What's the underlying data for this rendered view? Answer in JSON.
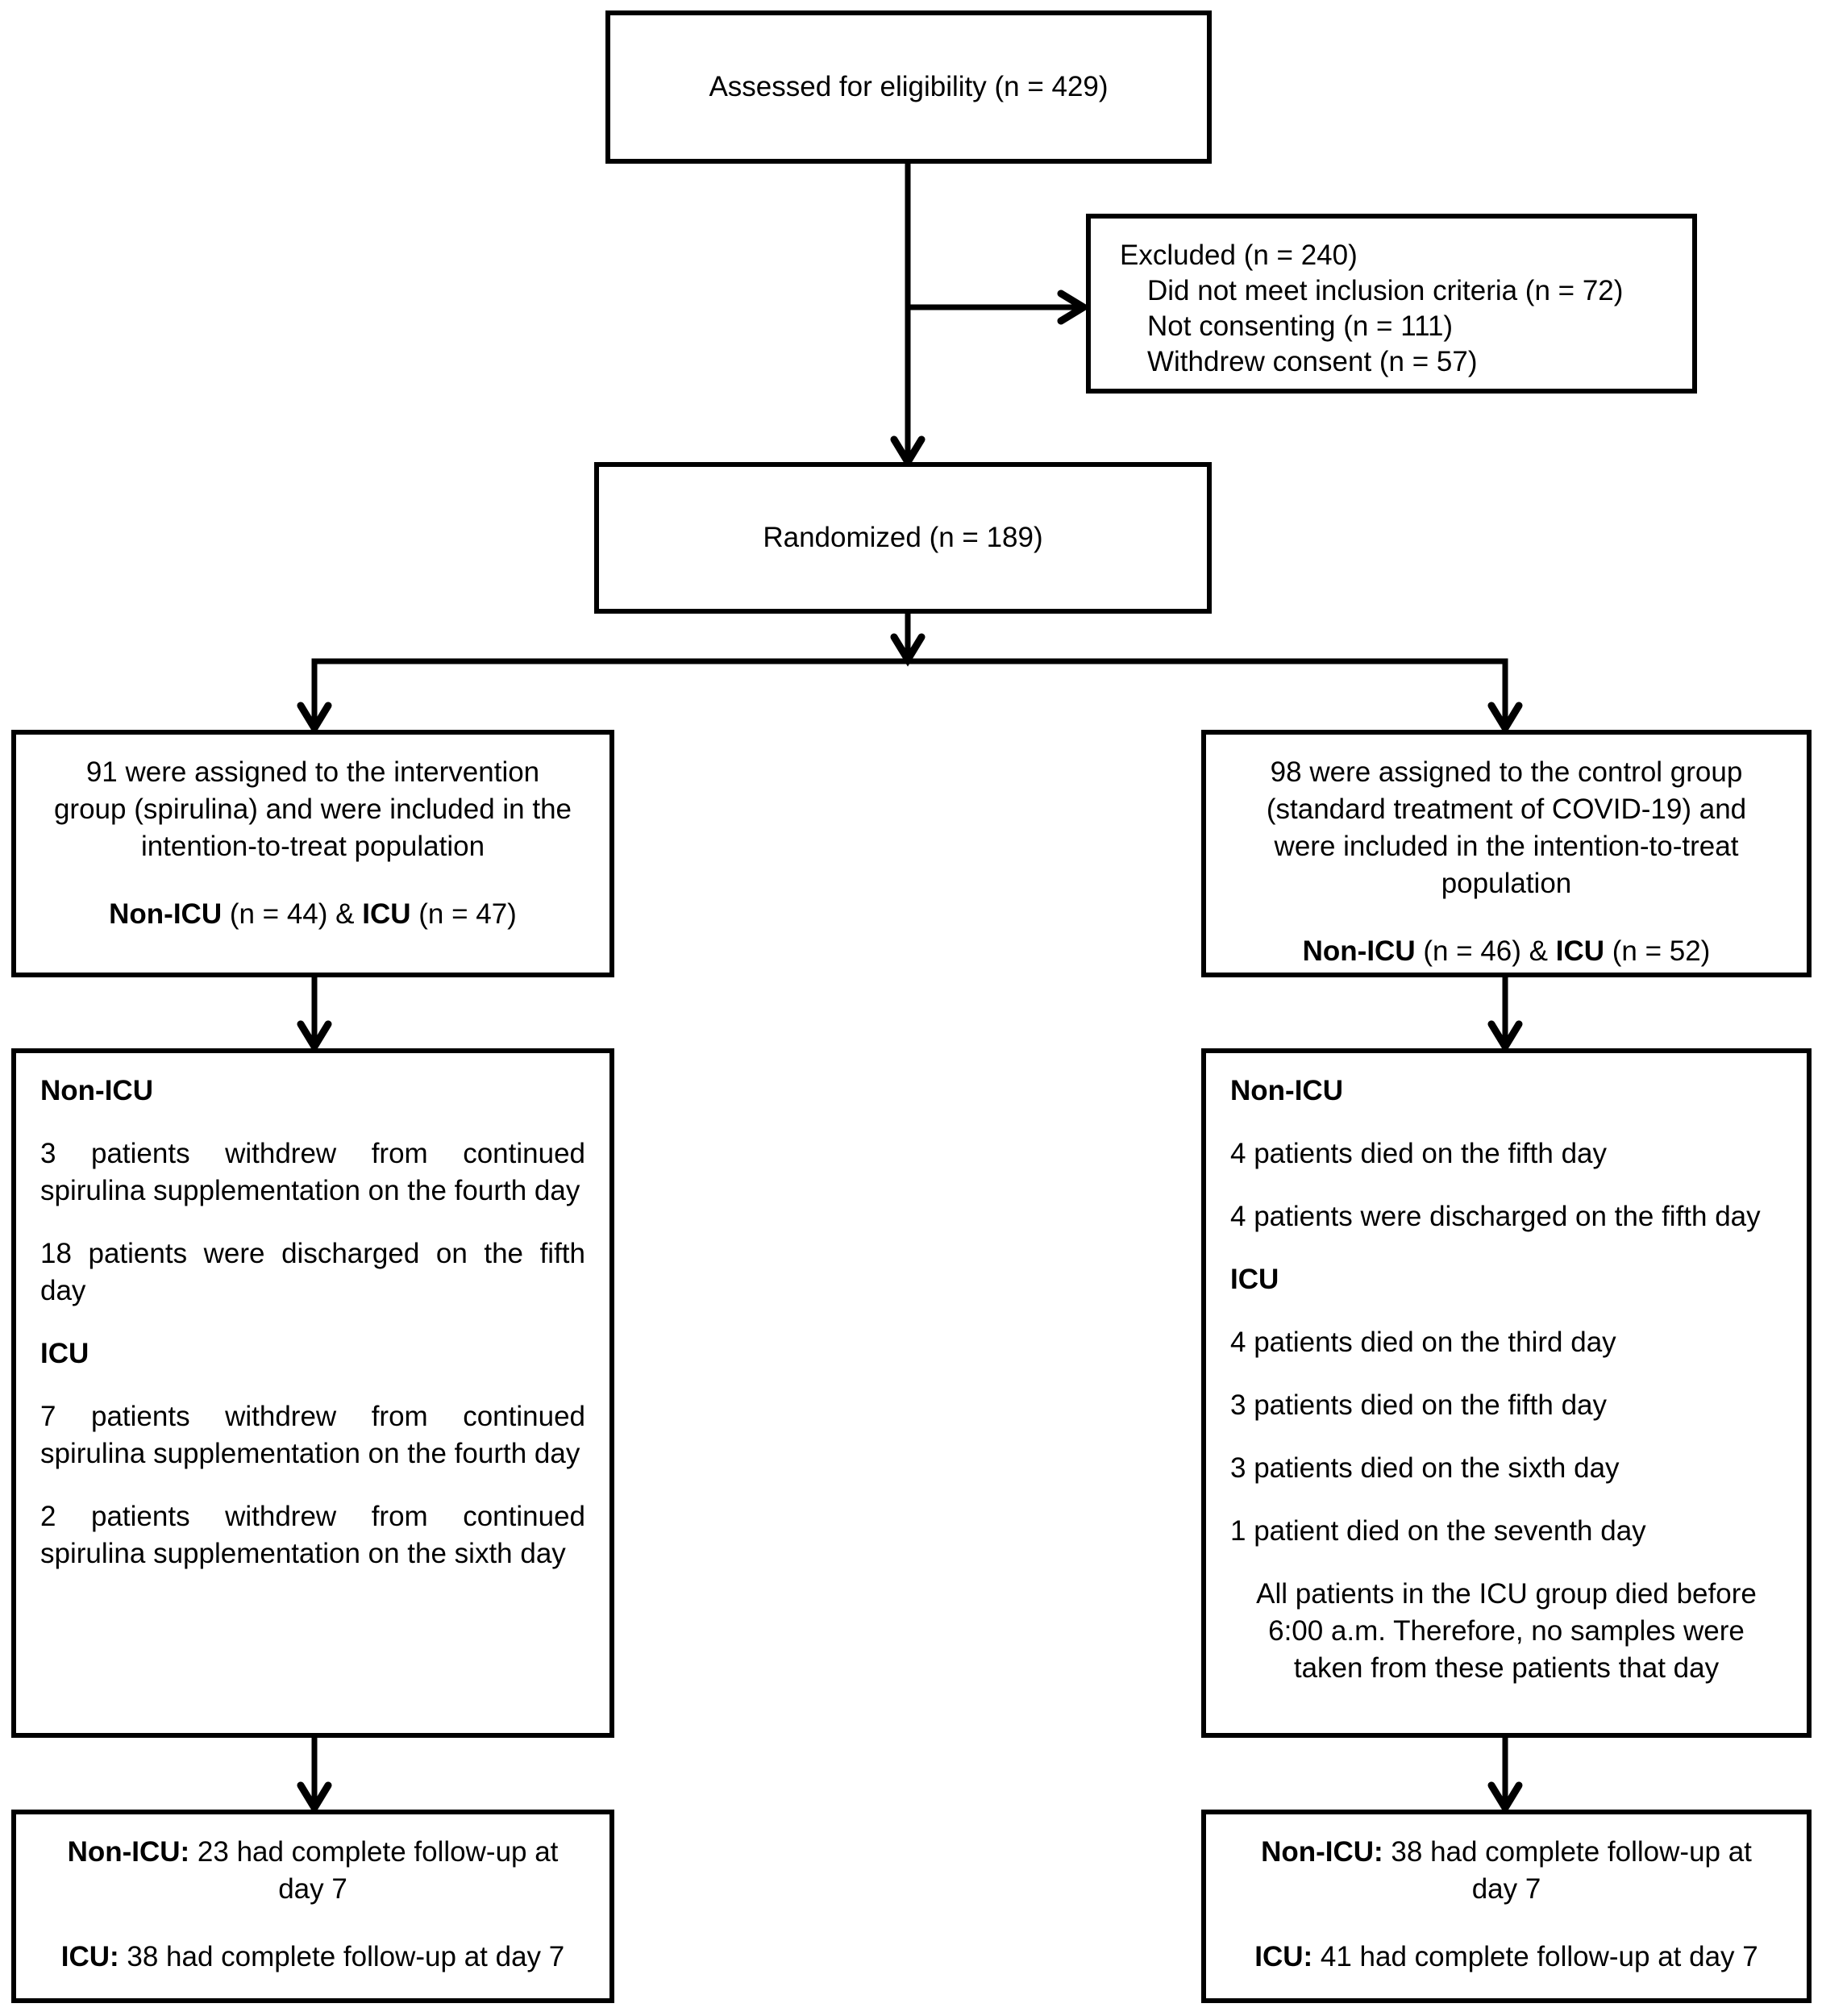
{
  "colors": {
    "line": "#000000",
    "box_border": "#000000",
    "background": "#ffffff",
    "text": "#000000"
  },
  "assessed": {
    "text": "Assessed for eligibility (n = 429)"
  },
  "excluded": {
    "title": "Excluded (n = 240)",
    "items": [
      "Did not meet inclusion criteria (n = 72)",
      "Not consenting (n = 111)",
      "Withdrew consent (n = 57)"
    ]
  },
  "randomized": {
    "text": "Randomized (n = 189)"
  },
  "intervention": {
    "main": "91 were assigned to the intervention group (spirulina) and were included in the intention-to-treat population",
    "bold1": "Non-ICU",
    "text1": " (n = 44) & ",
    "bold2": "ICU",
    "text2": " (n = 47)"
  },
  "control": {
    "main": "98 were assigned to the control group (standard treatment of COVID-19) and were included in the intention-to-treat population",
    "bold1": "Non-ICU",
    "text1": " (n = 46) & ",
    "bold2": "ICU",
    "text2": " (n = 52)"
  },
  "intervention_detail": {
    "h1": "Non-ICU",
    "p1": "3 patients withdrew from continued spirulina supplementation on the fourth day",
    "p2": "18 patients were discharged on the fifth day",
    "h2": "ICU",
    "p3": "7 patients withdrew from continued spirulina supplementation on the fourth day",
    "p4": "2 patients withdrew from continued spirulina supplementation on the sixth day"
  },
  "control_detail": {
    "h1": "Non-ICU",
    "p1": "4 patients died on the fifth day",
    "p2": "4 patients were discharged on the fifth day",
    "h2": "ICU",
    "p3": "4 patients died on the third day",
    "p4": "3 patients died on the fifth day",
    "p5": "3 patients died on the sixth day",
    "p6": "1 patient died on the seventh day",
    "p7": "All patients in the ICU group died before 6:00 a.m. Therefore, no samples were taken from these patients that day"
  },
  "intervention_final": {
    "bold1": "Non-ICU:",
    "text1": " 23 had complete follow-up at day 7",
    "bold2": "ICU:",
    "text2": " 38 had complete follow-up at day 7"
  },
  "control_final": {
    "bold1": "Non-ICU:",
    "text1": " 38 had complete follow-up at day 7",
    "bold2": "ICU:",
    "text2": " 41 had complete follow-up at day 7"
  }
}
